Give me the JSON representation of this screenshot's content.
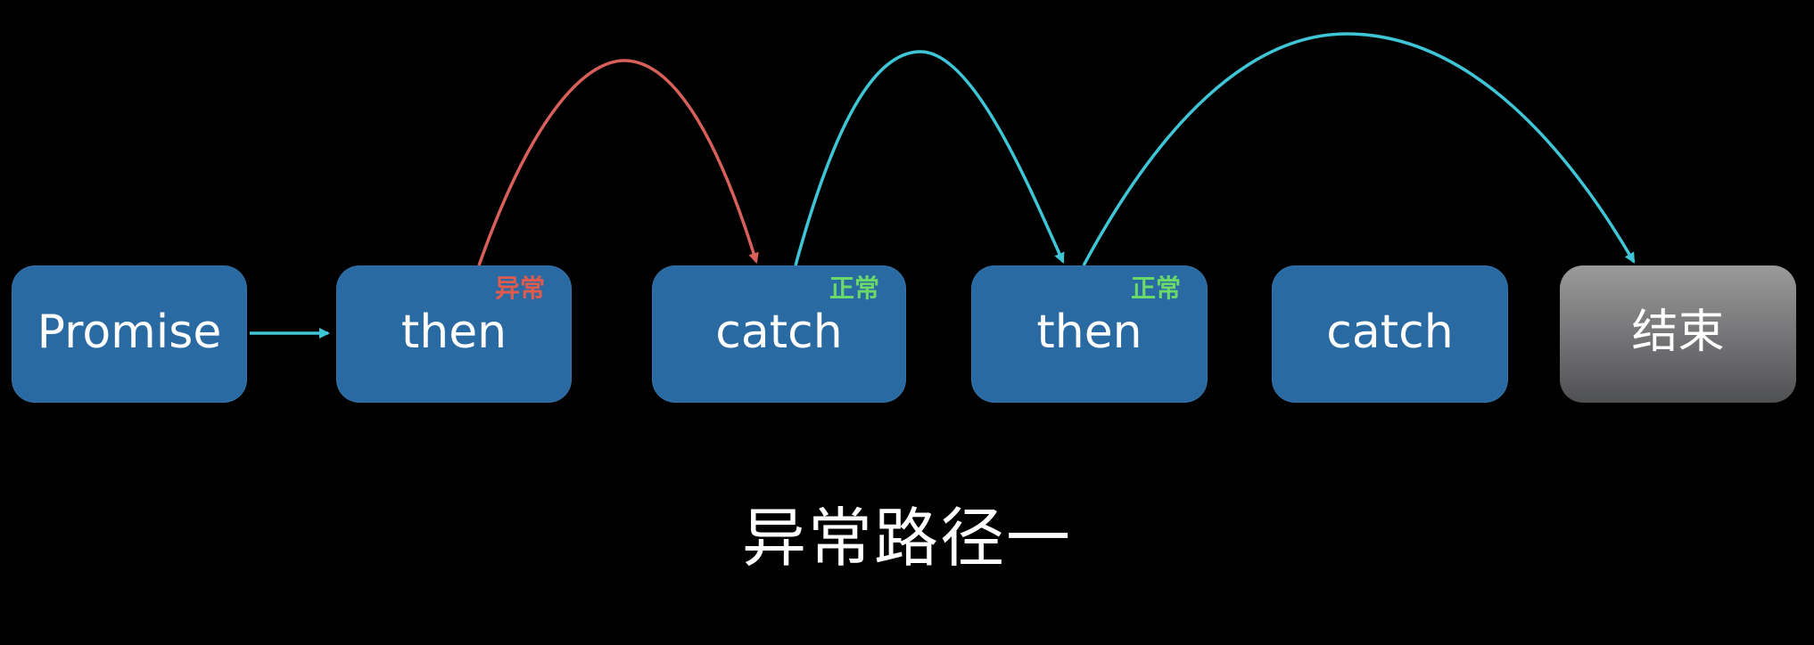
{
  "nodes": {
    "promise": {
      "label": "Promise"
    },
    "then1": {
      "label": "then",
      "badge": "异常"
    },
    "catch1": {
      "label": "catch",
      "badge": "正常"
    },
    "then2": {
      "label": "then",
      "badge": "正常"
    },
    "catch2": {
      "label": "catch"
    },
    "end": {
      "label": "结束"
    }
  },
  "caption": "异常路径一",
  "colors": {
    "background": "#000000",
    "node_blue": "#2a6aa2",
    "node_end": "#7a7a7c",
    "error_arrow": "#d9605a",
    "normal_arrow": "#3fc6d6",
    "error_badge": "#e05a4e",
    "normal_badge": "#6bd86a"
  }
}
